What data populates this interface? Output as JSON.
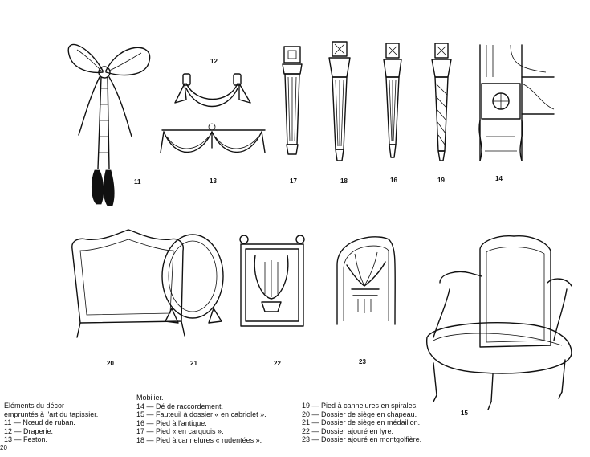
{
  "figure_numbers": {
    "n11": "11",
    "n12": "12",
    "n13": "13",
    "n14": "14",
    "n15": "15",
    "n16": "16",
    "n17": "17",
    "n18": "18",
    "n19": "19",
    "n20": "20",
    "n21": "21",
    "n22": "22",
    "n23": "23"
  },
  "page_number": "20",
  "captions": {
    "col1": [
      "Eléments du décor",
      "empruntés à l'art du tapissier.",
      "11 — Nœud de ruban.",
      "12 — Draperie.",
      "13 — Feston."
    ],
    "col2_title": "Mobilier.",
    "col2": [
      "14 — Dé de raccordement.",
      "15 — Fauteuil à dossier « en cabriolet ».",
      "16 — Pied à l'antique.",
      "17 — Pied « en carquois ».",
      "18 — Pied à cannelures « rudentées »."
    ],
    "col3": [
      "19 — Pied à cannelures en spirales.",
      "20 — Dossier de siège en chapeau.",
      "21 — Dossier de siège en médaillon.",
      "22 — Dossier ajouré en lyre.",
      "23 — Dossier ajouré en montgolfière."
    ]
  }
}
